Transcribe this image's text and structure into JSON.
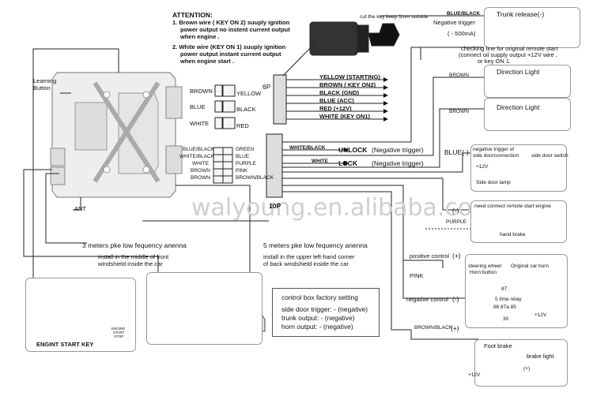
{
  "attention": {
    "title": "ATTENTION:",
    "line1": "1. Brown wire ( KEY  ON 2) suuply ignition",
    "line2": "power output no instent current output",
    "line3": "when engine .",
    "line4": "2. White wire (KEY ON 1) suuply ignition",
    "line5": "power output  instant current output",
    "line6": "when engine start ."
  },
  "key_note": "cut the key keep 1mm outside",
  "connector_6p": {
    "label": "6P",
    "left_labels": [
      "BROWN",
      "BLUE",
      "WHITE"
    ],
    "right_labels": [
      "YELLOW",
      "BLACK",
      "RED"
    ],
    "wires": [
      "YELLOW (STARTING)",
      "BROWN ( KEY ON2)",
      "BLACK (GND)",
      "BLUE  (ACC)",
      "RED (+12V)",
      "WHITE (KEY ON1)"
    ]
  },
  "connector_10p": {
    "label": "10P",
    "left_labels": [
      "BLUE/BLACK",
      "WHITE/BLACK",
      "WHITE",
      "BROWN",
      "BROWN"
    ],
    "right_labels": [
      "GREEN",
      "BLUE",
      "PURPLE",
      "PINK",
      "BROWN/BLACK"
    ]
  },
  "learning_button": [
    "Learning",
    "Button"
  ],
  "ant": "ANT",
  "unlock": {
    "wire": "WHITE/BLACK",
    "label": "UNLOCK",
    "trigger": "(Negative trigger)"
  },
  "lock": {
    "wire": "WHITE",
    "label": "LOCK",
    "trigger": "(Negative trigger)"
  },
  "trunk": {
    "wire": "BLUE/BLACK",
    "trigger": "Negative trigger",
    "current": "( - 500mA)",
    "box": "Trunk release(-)"
  },
  "checking_line": [
    "checking line for original remote start",
    "(connect oil supply output +12V wire ,",
    "or key ON 1."
  ],
  "direction_light_1": {
    "wire": "BROWN",
    "box": "Direction Light"
  },
  "direction_light_2": {
    "wire": "BROWN",
    "box": "Direction Light"
  },
  "door": {
    "wire": "BLUE(-)",
    "line1": "negative trigger of",
    "line2": "side doorconnection",
    "switch": "side door switch",
    "v": "+12V",
    "lamp": "Side door lamp"
  },
  "purple": {
    "wire": "PURPLE",
    "sign": "(-)",
    "note": "need connect remote start engine",
    "brake": "hand brake"
  },
  "pink": {
    "label": "PINK",
    "pos": "positive control",
    "pos_sign": "(+)",
    "neg": "negative control",
    "neg_sign": "(-)"
  },
  "horn": {
    "wheel": [
      "steering wheel",
      "Horn button"
    ],
    "relay": "5 time relay",
    "pins": [
      "87",
      "86 87a  85",
      "30"
    ],
    "v": "+12V",
    "orig": "Original car horn"
  },
  "foot": {
    "wire": "BROWN/BLACK",
    "sign": "(+)",
    "brake": "Foot brake",
    "light": "brake light",
    "v": "+12V",
    "plus": "(+)"
  },
  "antenna3": {
    "title": "3 meters pke low fequency anenna",
    "line1": "install in  the  middle of front",
    "line2": "windshield inside the car"
  },
  "antenna5": {
    "title": "5 meters pke low fequency anenna",
    "line1": "install in  the  upper left-hand corner",
    "line2": "of back windshield inside the car"
  },
  "factory": {
    "title": "control box factory setting",
    "l1": "side door trigger: - (negative)",
    "l2": "trunk output: - (negative)",
    "l3": "horn output: - (negative)"
  },
  "start_key": "ENGINT START KEY",
  "start_button": [
    "ENGINE",
    "START",
    "STOP"
  ],
  "watermark": "walyoung.en.alibaba.com"
}
